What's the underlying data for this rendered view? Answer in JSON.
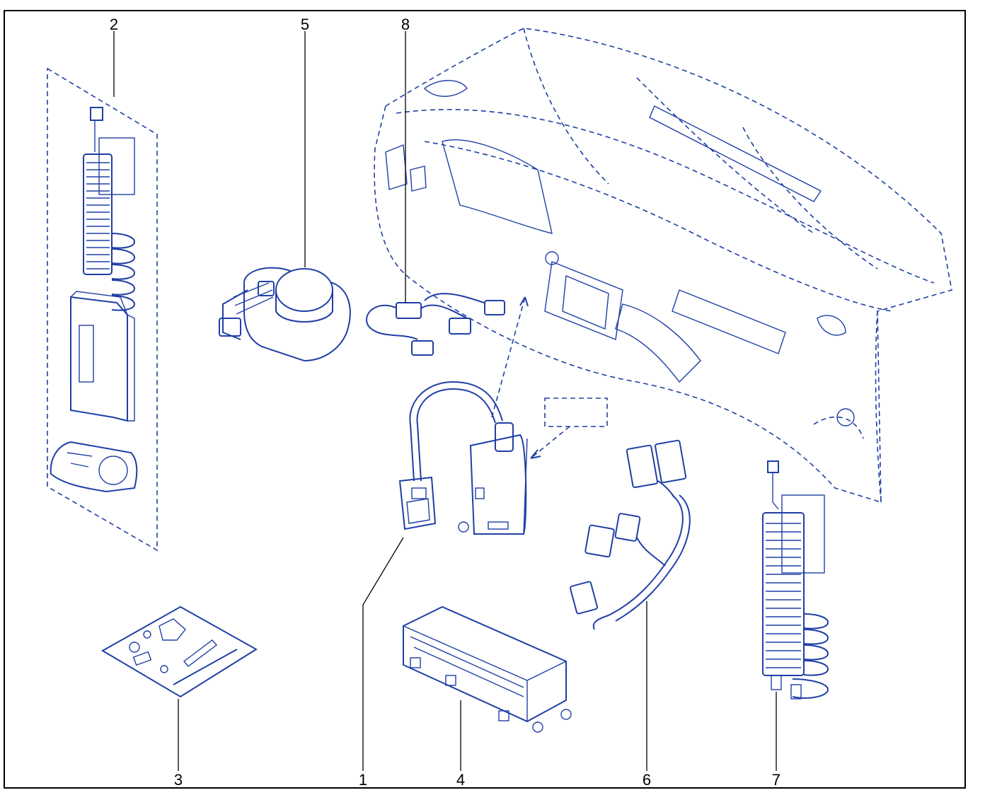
{
  "colors": {
    "line": "#1f3fa5",
    "leader": "#000000",
    "frame": "#000000",
    "background": "#ffffff"
  },
  "callouts": [
    {
      "id": "c1",
      "label": "1"
    },
    {
      "id": "c2",
      "label": "2"
    },
    {
      "id": "c3",
      "label": "3"
    },
    {
      "id": "c4",
      "label": "4"
    },
    {
      "id": "c5",
      "label": "5"
    },
    {
      "id": "c6",
      "label": "6"
    },
    {
      "id": "c7",
      "label": "7"
    },
    {
      "id": "c8",
      "label": "8"
    }
  ]
}
